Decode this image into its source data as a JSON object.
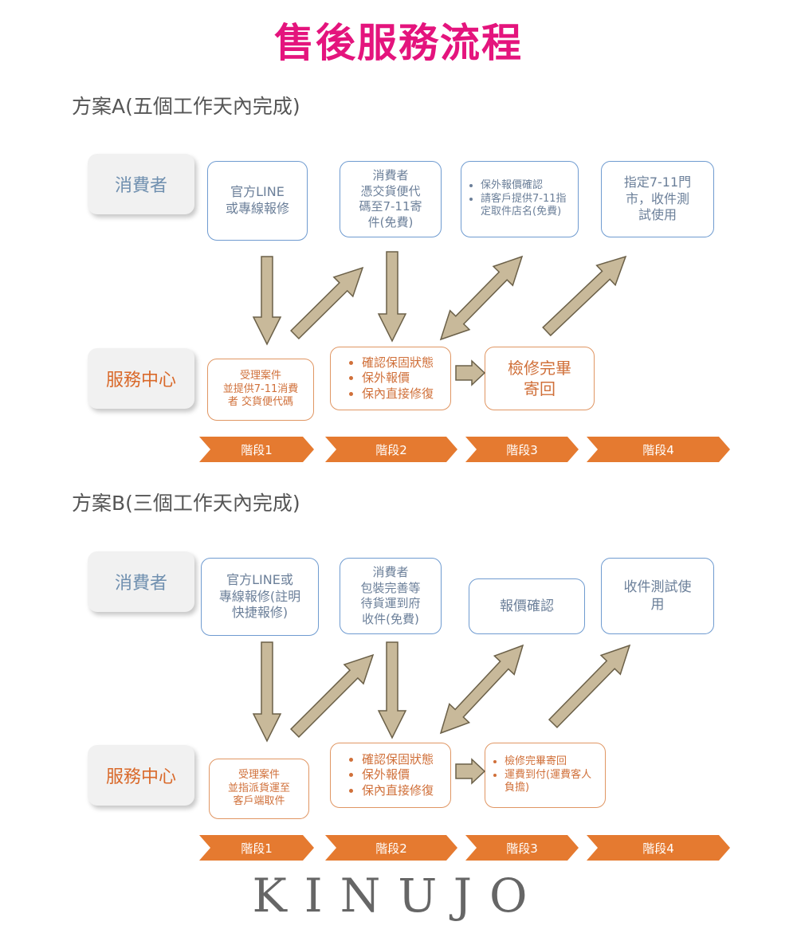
{
  "title": "售後服務流程",
  "plan_a": {
    "heading": "方案A(五個工作天內完成)",
    "role_consumer": "消費者",
    "role_center": "服務中心",
    "consumer_steps": [
      {
        "lines": [
          "官方LINE",
          "或專線報修"
        ]
      },
      {
        "lines": [
          "消費者",
          "憑交貨便代",
          "碼至7-11寄",
          "件(免費)"
        ]
      },
      {
        "bullets": [
          "保外報價確認",
          "請客戶提供7-11指定取件店名(免費)"
        ]
      },
      {
        "lines": [
          "指定7-11門",
          "市，收件測",
          "試使用"
        ]
      }
    ],
    "center_steps": [
      {
        "lines": [
          "受理案件",
          "並提供7-11消費",
          "者 交貨便代碼"
        ]
      },
      {
        "bullets": [
          "確認保固狀態",
          "保外報價",
          "保內直接修復"
        ]
      },
      {
        "lines": [
          "檢修完畢",
          "寄回"
        ]
      }
    ],
    "stages": [
      "階段1",
      "階段2",
      "階段3",
      "階段4"
    ]
  },
  "plan_b": {
    "heading": "方案B(三個工作天內完成)",
    "role_consumer": "消費者",
    "role_center": "服務中心",
    "consumer_steps": [
      {
        "lines": [
          "官方LINE或",
          "專線報修(註明",
          "快捷報修)"
        ]
      },
      {
        "lines": [
          "消費者",
          "包裝完善等",
          "待貨運到府",
          "收件(免費)"
        ]
      },
      {
        "lines": [
          "報價確認"
        ]
      },
      {
        "lines": [
          "收件測試使",
          "用"
        ]
      }
    ],
    "center_steps": [
      {
        "lines": [
          "受理案件",
          "並指派貨運至",
          "客戶端取件"
        ]
      },
      {
        "bullets": [
          "確認保固狀態",
          "保外報價",
          "保內直接修復"
        ]
      },
      {
        "bullets": [
          "檢修完畢寄回",
          "運費到付(運費客人負擔)"
        ]
      }
    ],
    "stages": [
      "階段1",
      "階段2",
      "階段3",
      "階段4"
    ]
  },
  "logo": "KINUJO",
  "colors": {
    "title": "#e4147d",
    "consumer_border": "#6f9bd0",
    "center_border": "#e09663",
    "stage_fill": "#e57a30",
    "arrow_fill": "#c8b99a",
    "arrow_stroke": "#6b6048"
  }
}
